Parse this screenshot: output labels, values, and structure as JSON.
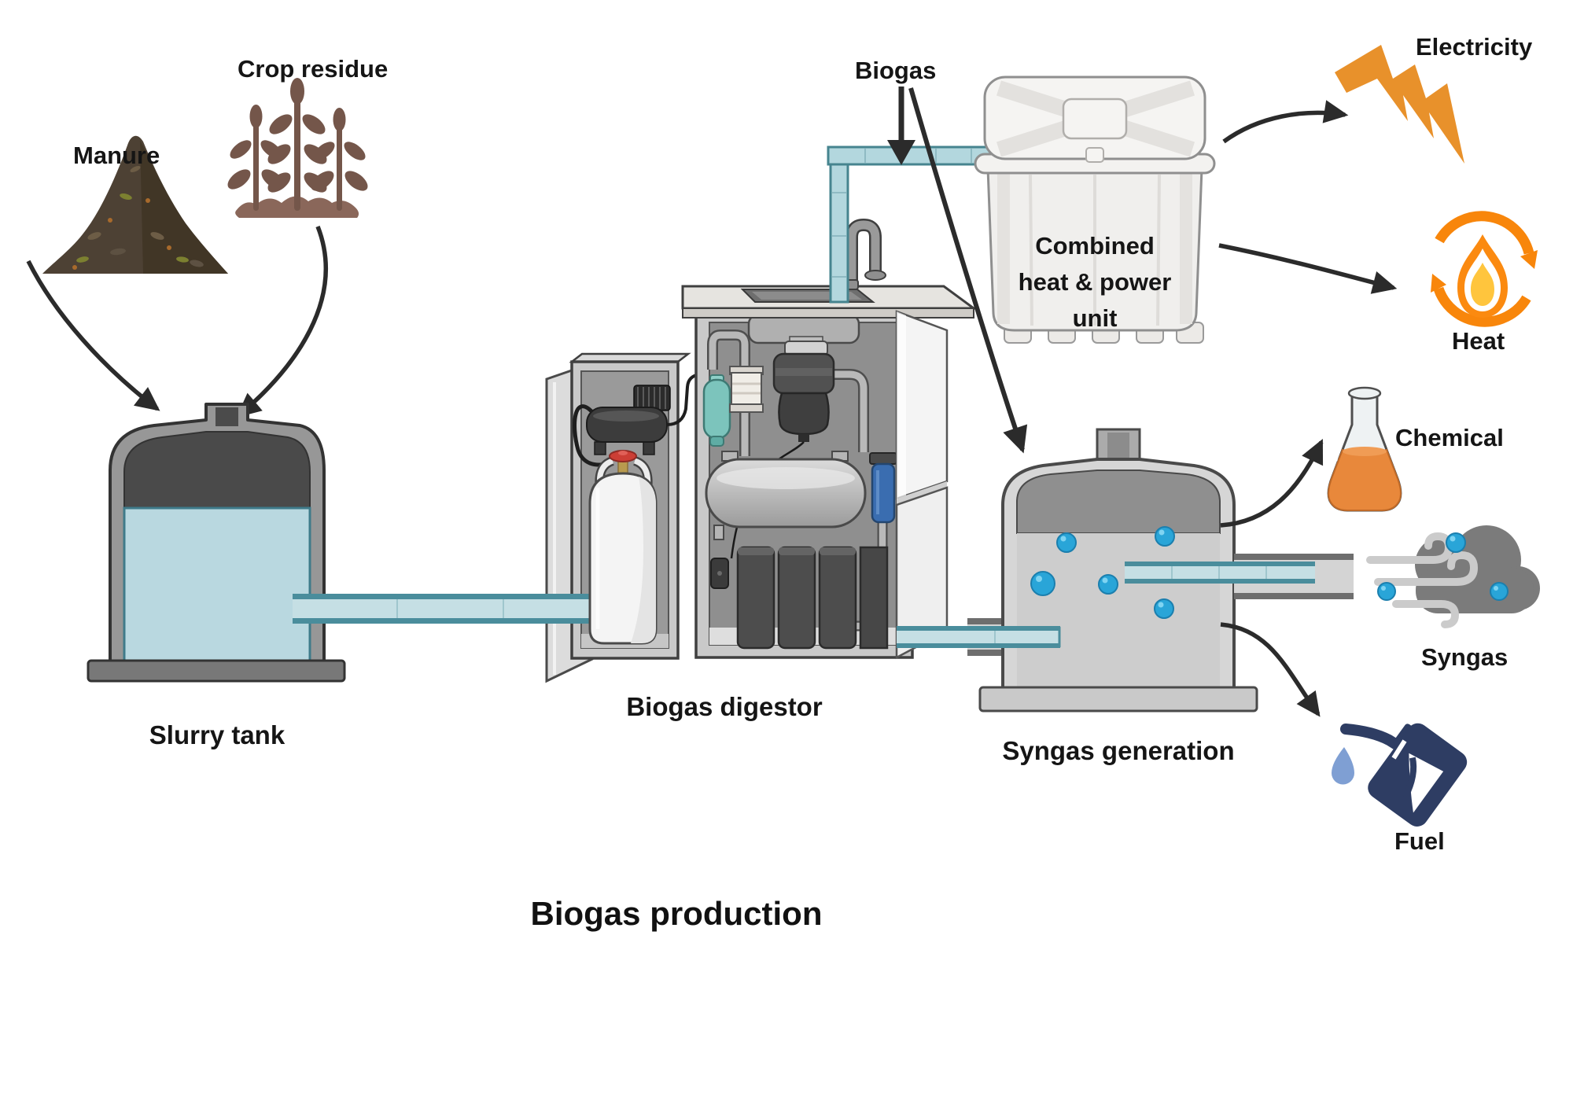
{
  "title": "Biogas production",
  "nodes": {
    "manure": {
      "label": "Manure",
      "icon": "manure-pile-icon"
    },
    "crop_residue": {
      "label": "Crop residue",
      "icon": "crop-plants-icon"
    },
    "slurry_tank": {
      "label": "Slurry tank"
    },
    "biogas_digestor": {
      "label": "Biogas digestor"
    },
    "biogas": {
      "label": "Biogas"
    },
    "chp_unit": {
      "line1": "Combined",
      "line2": "heat & power",
      "line3": "unit"
    },
    "syngas_generation": {
      "label": "Syngas generation"
    }
  },
  "outputs": {
    "electricity": {
      "label": "Electricity",
      "icon": "lightning-bolt-icon",
      "color": "#e8912b"
    },
    "heat": {
      "label": "Heat",
      "icon": "flame-cycle-icon",
      "color": "#f8860b"
    },
    "chemical": {
      "label": "Chemical",
      "icon": "erlenmeyer-flask-icon",
      "color": "#e8883b"
    },
    "syngas": {
      "label": "Syngas",
      "icon": "gas-cloud-icon",
      "color": "#7b7b7b"
    },
    "fuel": {
      "label": "Fuel",
      "icon": "fuel-nozzle-icon",
      "color": "#2e3d63"
    }
  },
  "colors": {
    "pipe_blue": "#c5dfe4",
    "pipe_edge_teal": "#4a8d9c",
    "liquid_blue": "#b9d8e0",
    "bubble_blue": "#29a5d8",
    "tank_gray": "#d6d6d6",
    "dark_gray": "#4a4a4a",
    "arrow_black": "#2b2b2b",
    "manure_brown": "#4d4134",
    "crop_brown": "#74564a",
    "flame_yellow": "#ffc53d",
    "droplet_blue": "#7f9fd3",
    "filter_teal": "#7cc4bc",
    "filter_blue": "#3a6db0"
  }
}
